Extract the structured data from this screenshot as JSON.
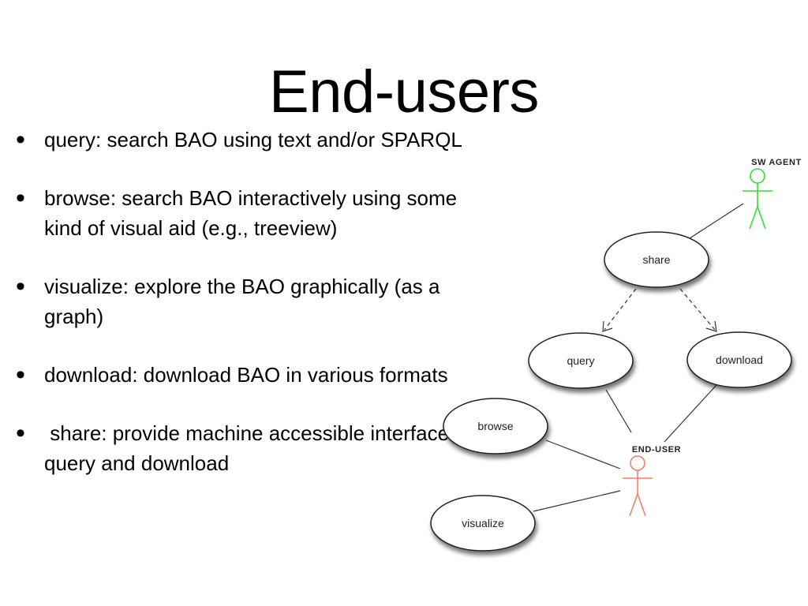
{
  "slide": {
    "title": "End-users",
    "bullets": [
      "query: search BAO using text and/or SPARQL",
      "browse: search BAO interactively using some kind of visual aid (e.g., treeview)",
      "visualize: explore the BAO graphically (as a graph)",
      "download: download BAO in various formats",
      " share: provide machine accessible interfaces for query and download"
    ]
  },
  "diagram": {
    "actors": {
      "sw_agent": {
        "label": "SW AGENT",
        "color": "#33e033"
      },
      "end_user": {
        "label": "END-USER",
        "color": "#f08070"
      }
    },
    "use_cases": {
      "share": "share",
      "query": "query",
      "download": "download",
      "browse": "browse",
      "visualize": "visualize"
    }
  }
}
